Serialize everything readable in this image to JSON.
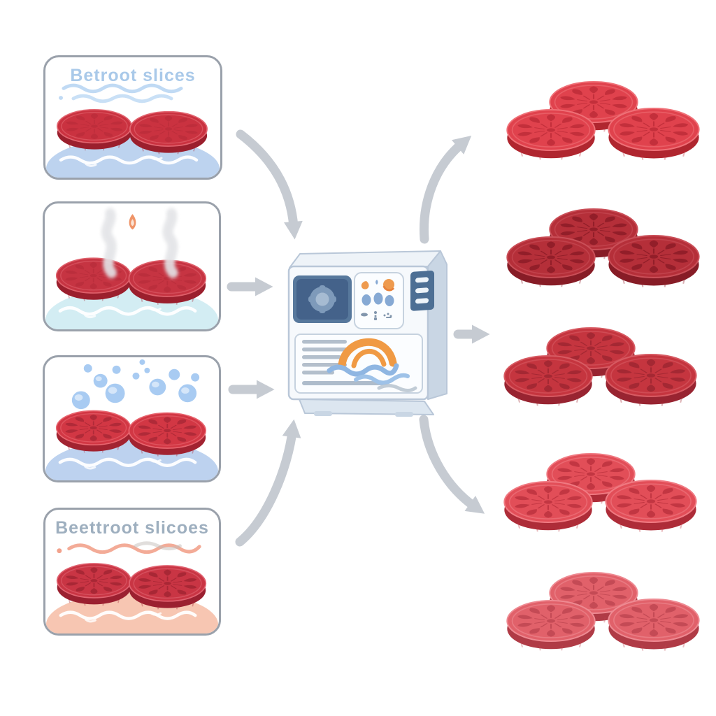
{
  "canvas": {
    "background": "#ffffff"
  },
  "flow": {
    "arrow_color": "#c6cbd2"
  },
  "pretreatments": [
    {
      "name": "soaking-raw",
      "label": "Betroot slices",
      "label_color": "#a9c9e9",
      "effect": "waves",
      "effect_color": "#c0daf4",
      "pool_color": "#bdd3ef",
      "slice": {
        "face": "#ca3240",
        "side": "#9b1f2d",
        "rim": "#e26570",
        "pattern": "#a52431",
        "pattern_opacity": 0.3
      }
    },
    {
      "name": "steam-blanching",
      "label": "",
      "label_color": "",
      "effect": "steam",
      "effect_color": "#e3e4e7",
      "flame_color": "#ef9468",
      "pool_color": "#d3edf3",
      "slice": {
        "face": "#c63442",
        "side": "#9b1f2d",
        "rim": "#de5f6a",
        "pattern": "#a22330",
        "pattern_opacity": 0.3
      }
    },
    {
      "name": "water-droplets",
      "label": "",
      "label_color": "",
      "effect": "droplets",
      "effect_color": "#a8cbf2",
      "droplet_highlight": "#d9e9fa",
      "pool_color": "#bdd2ef",
      "slice": {
        "face": "#d23744",
        "side": "#a22331",
        "rim": "#e8656f",
        "pattern": "#ab2836",
        "pattern_opacity": 0.85
      }
    },
    {
      "name": "resting-warm",
      "label": "Beettroot slicoes",
      "label_color": "#9eafbf",
      "effect": "salmon-wave",
      "effect_color": "#f2a28c",
      "pool_color": "#f7c6b2",
      "slice": {
        "face": "#c93544",
        "side": "#9b2030",
        "rim": "#e06270",
        "pattern": "#a32533",
        "pattern_opacity": 0.85
      }
    }
  ],
  "machine": {
    "name": "drying-machine",
    "body_color": "#f6f9fc",
    "top_color": "#eef3f8",
    "side_color": "#c9d6e4",
    "outline_color": "#b9c7d8",
    "window_outer": "#57789c",
    "window_inner": "#44628a",
    "knob_color": "#7e9aba",
    "knob_hub": "#a6bbd2",
    "panel_bg": "#fbfdff",
    "panel_border": "#c6d2df",
    "button_orange": "#ee9a4e",
    "button_orange_dark": "#e8823c",
    "button_blue": "#86a9d4",
    "glyph_color": "#8296ad",
    "vent_color": "#4d6f94",
    "vent_pill": "#eef4f9",
    "line_color": "#b3bfcc",
    "line_color2": "#aebccb",
    "logo_arc": "#f09a44",
    "logo_wave": "#8fb6e2",
    "logo_wave2": "#9ec2e8",
    "base_color": "#dce6f0"
  },
  "outputs": [
    {
      "name": "batch-1",
      "face": "#e0424d",
      "rim": "#ef7077",
      "pattern": "#c02e3a",
      "side": "#b0262f"
    },
    {
      "name": "batch-2",
      "face": "#b52f39",
      "rim": "#ca4f58",
      "pattern": "#8f1d28",
      "side": "#871c26"
    },
    {
      "name": "batch-3",
      "face": "#c5353f",
      "rim": "#d75a62",
      "pattern": "#a12732",
      "side": "#982431"
    },
    {
      "name": "batch-4",
      "face": "#e24e58",
      "rim": "#f07a82",
      "pattern": "#bf3440",
      "side": "#ae2c38"
    },
    {
      "name": "batch-5",
      "face": "#e1616a",
      "rim": "#ee8a92",
      "pattern": "#c14853",
      "side": "#b03b46"
    }
  ]
}
